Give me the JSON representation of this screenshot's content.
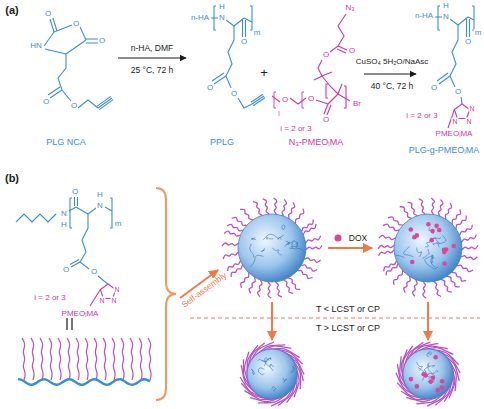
{
  "diagram": {
    "labels": [
      "(a)",
      "O",
      "O",
      "O",
      "HN",
      "O",
      "O",
      "PLG NCA",
      "n-HA, DMF",
      "25 °C, 72 h",
      "n-HA",
      "H",
      "N",
      "m",
      "O",
      "O",
      "O",
      "PPLG",
      "+",
      "N₃",
      "O",
      "O",
      "O",
      "O",
      "O",
      "i",
      "Br",
      "i = 2 or 3",
      "N₃-PMEOᵢMA",
      "CuSO₄ 5H₂O/NaAsc",
      "40 °C, 72 h",
      "n-HA",
      "H",
      "N",
      "m",
      "O",
      "O",
      "O",
      "N",
      "N",
      "N",
      "i = 2 or 3",
      "PMEOᵢMA",
      "PLG-g-PMEOᵢMA",
      "(b)",
      "N",
      "H",
      "O",
      "H",
      "N",
      "m",
      "O",
      "O",
      "N",
      "N",
      "N",
      "i = 2 or 3",
      "PMEOᵢMA",
      "Self-assembly",
      "DOX",
      "T < LCST or CP",
      "T > LCST or CP"
    ]
  }
}
